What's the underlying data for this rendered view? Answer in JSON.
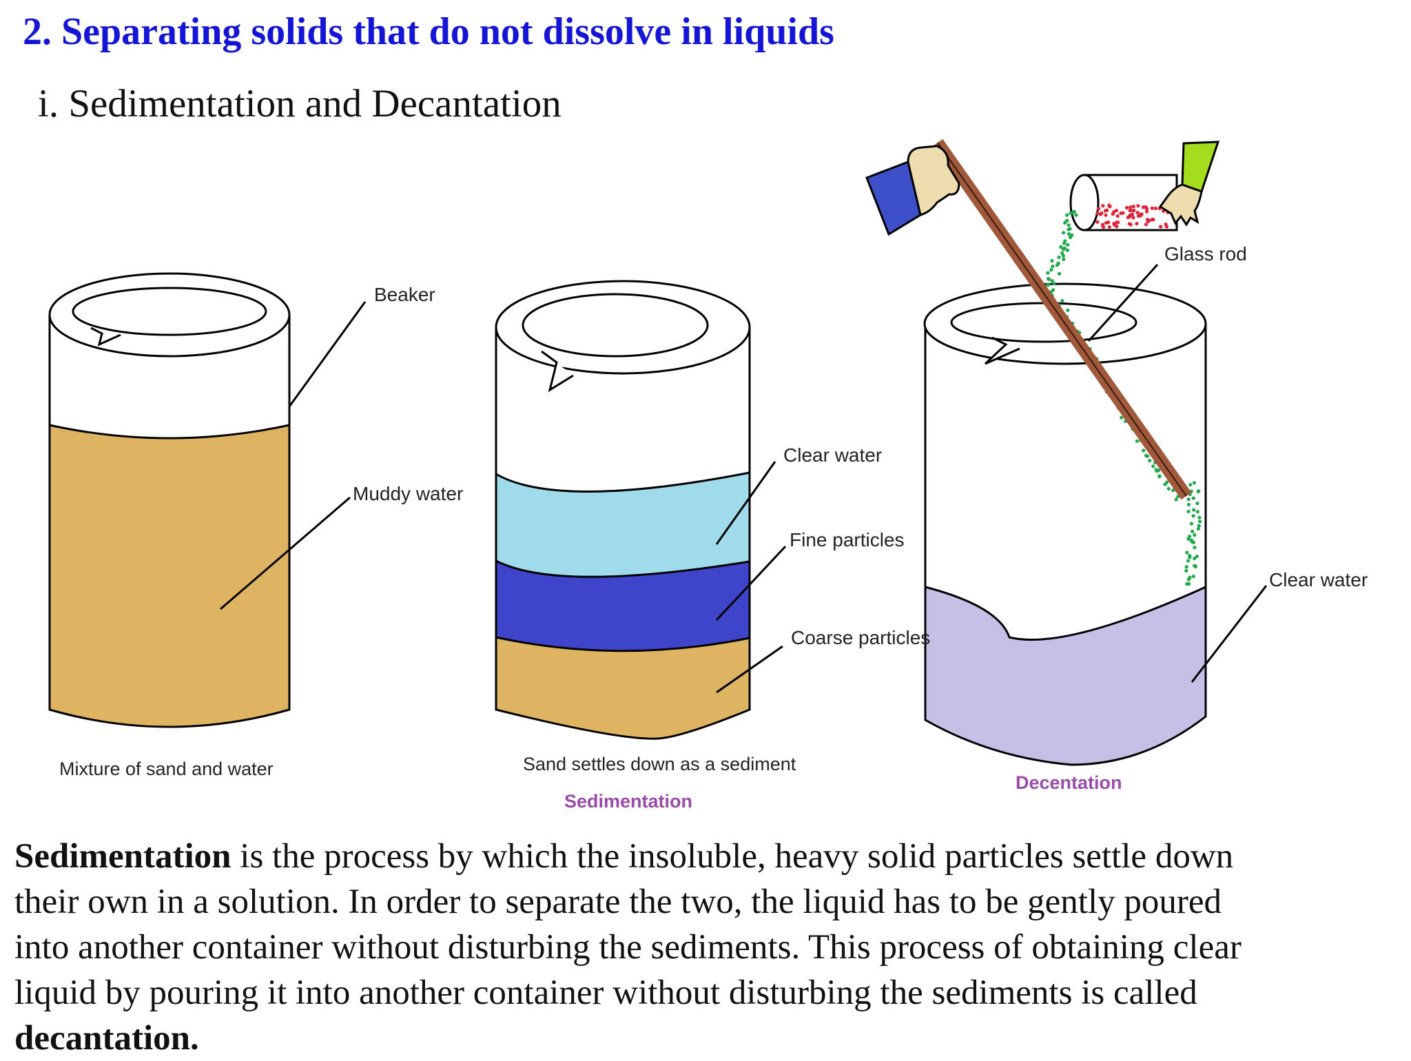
{
  "header": {
    "title": "2. Separating solids that do not dissolve in liquids",
    "subtitle": "i. Sedimentation and Decantation"
  },
  "diagram": {
    "colors": {
      "muddy_water": "#deb462",
      "clear_water_layer": "#9fdbea",
      "fine_particles": "#3f45ca",
      "coarse_particles": "#deb462",
      "decanted_water": "#c8bfe6",
      "glass_rod": "#a0593a",
      "sand_grains": "#e0233a",
      "pouring_stream": "#21a84b",
      "sleeve_left": "#3d4fc9",
      "sleeve_right": "#a6dc1e",
      "hand": "#ecdcae"
    },
    "labels": {
      "beaker": "Beaker",
      "muddy_water": "Muddy water",
      "clear_water_1": "Clear water",
      "fine_particles": "Fine particles",
      "coarse_particles": "Coarse particles",
      "glass_rod": "Glass rod",
      "clear_water_2": "Clear water"
    },
    "captions": {
      "beaker_1": "Mixture of sand and water",
      "beaker_2": "Sand settles down as a sediment",
      "process_2": "Sedimentation",
      "process_3": "Decentation"
    }
  },
  "paragraph": {
    "lines": [
      [
        {
          "b": true,
          "t": "Sedimentation"
        },
        {
          "b": false,
          "t": " is the process by which the insoluble, heavy solid particles settle down"
        }
      ],
      [
        {
          "b": false,
          "t": "their own in a solution. In order to separate the two, the liquid has to be gently poured"
        }
      ],
      [
        {
          "b": false,
          "t": "into another container without disturbing the sediments. This process of obtaining clear"
        }
      ],
      [
        {
          "b": false,
          "t": "liquid by pouring it into another container without disturbing the sediments is called"
        }
      ],
      [
        {
          "b": true,
          "t": "decantation."
        }
      ]
    ]
  }
}
